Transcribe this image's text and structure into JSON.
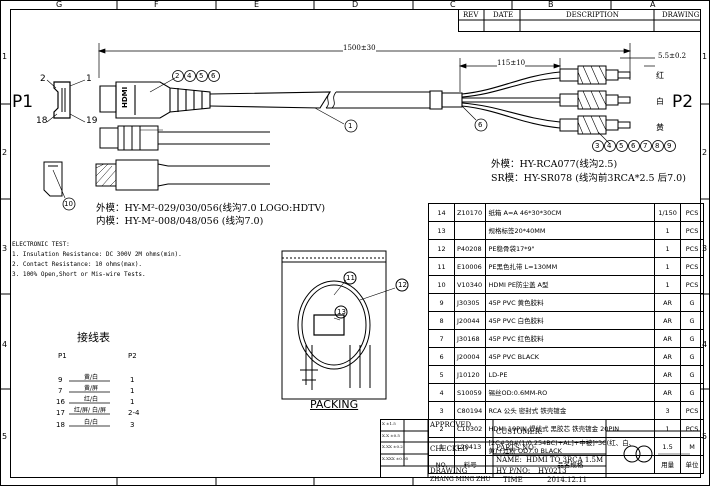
{
  "frame": {
    "col_labels": [
      "G",
      "F",
      "E",
      "D",
      "C",
      "B",
      "A"
    ],
    "row_labels": [
      "1",
      "2",
      "3",
      "4",
      "5"
    ]
  },
  "revision_block": {
    "rev": "REV",
    "date": "DATE",
    "description": "DESCRIPTION",
    "drawing": "DRAWING"
  },
  "ends": {
    "left": "P1",
    "right": "P2"
  },
  "dims": {
    "total": "1500±30",
    "split": "115±10",
    "tip": "5.5±0.2"
  },
  "pins_left": {
    "a": "2",
    "b": "1",
    "c": "18",
    "d": "19"
  },
  "callouts": {
    "c1": "1",
    "c6": "6",
    "c10": "10",
    "c11": "11",
    "c12": "12",
    "c13": "13",
    "hdmi_group": [
      "2",
      "4",
      "5",
      "6"
    ],
    "rca_group": [
      "3",
      "4",
      "5",
      "6",
      "7",
      "8",
      "9"
    ]
  },
  "rca_colors": {
    "red": "红",
    "white": "白",
    "yellow": "黄"
  },
  "connector_text": "HDMI",
  "mold_notes": {
    "left_outer": "外模：HY-M²-029/030/056(线沟7.0 LOGO:HDTV)",
    "left_inner": "内模：HY-M²-008/048/056 (线沟7.0)",
    "right_outer": "外模：HY-RCA077(线沟2.5)",
    "right_sr": "SR模：HY-SR078 (线沟前3RCA*2.5 后7.0)"
  },
  "electronic_test": {
    "title": "ELECTRONIC TEST:",
    "lines": [
      "1. Insulation Resistance: DC 300V 2M ohms(min).",
      "2. Contact Resistance: 10 ohms(max).",
      "3. 100% Open,Short or Mis-wire Tests."
    ]
  },
  "wiring": {
    "title": "接线表",
    "head_left": "P1",
    "head_right": "P2",
    "rows": [
      {
        "l": "9",
        "wire": "黄/白",
        "r": "1"
      },
      {
        "l": "7",
        "wire": "黄/屏",
        "r": "1"
      },
      {
        "l": "16",
        "wire": "红/白",
        "r": "1"
      },
      {
        "l": "17",
        "wire": "红/屏/ 白/屏",
        "r": "2-4"
      },
      {
        "l": "18",
        "wire": "白/白",
        "r": "3"
      }
    ]
  },
  "packing_label": "PACKING",
  "bom": {
    "rows": [
      {
        "no": "14",
        "code": "Z10170",
        "name": "纸箱 A=A 46*30*30CM",
        "qty": "1/150",
        "unit": "PCS"
      },
      {
        "no": "13",
        "code": "",
        "name": "规格标签20*40MM",
        "qty": "1",
        "unit": "PCS"
      },
      {
        "no": "12",
        "code": "P40208",
        "name": "PE稳骨袋17*9\"",
        "qty": "1",
        "unit": "PCS"
      },
      {
        "no": "11",
        "code": "E10006",
        "name": "PE黑色扎带 L=130MM",
        "qty": "1",
        "unit": "PCS"
      },
      {
        "no": "10",
        "code": "V10340",
        "name": "HDMI PE防尘盖 A型",
        "qty": "1",
        "unit": "PCS"
      },
      {
        "no": "9",
        "code": "J30305",
        "name": "45P PVC 黄色胶料",
        "qty": "AR",
        "unit": "G"
      },
      {
        "no": "8",
        "code": "J20044",
        "name": "45P PVC 白色胶料",
        "qty": "AR",
        "unit": "G"
      },
      {
        "no": "7",
        "code": "J30168",
        "name": "45P PVC 红色胶料",
        "qty": "AR",
        "unit": "G"
      },
      {
        "no": "6",
        "code": "J20004",
        "name": "45P PVC BLACK",
        "qty": "AR",
        "unit": "G"
      },
      {
        "no": "5",
        "code": "J10120",
        "name": "LD-PE",
        "qty": "AR",
        "unit": "G"
      },
      {
        "no": "4",
        "code": "S10059",
        "name": "锡丝OD:0.6MM-RO",
        "qty": "AR",
        "unit": "G"
      },
      {
        "no": "3",
        "code": "C80194",
        "name": "RCA 公头 密封式 铁壳镀金",
        "qty": "3",
        "unit": "PCS"
      },
      {
        "no": "2",
        "code": "C10302",
        "name": "HDMI 19PIN 焊线式 黑胶芯 铁壳镀金 20PIN",
        "qty": "1",
        "unit": "PCS"
      },
      {
        "no": "1",
        "code": "L20413",
        "name": "[2C#30#(1/0.254BC)+AL]+中被]*3C(红、白、黄)+过粉 OD7.0 BLACK",
        "qty": "1.5",
        "unit": "M"
      }
    ],
    "header": {
      "no": "NO.",
      "code": "料号",
      "name": "品名规格",
      "qty": "用量",
      "unit": "单位"
    }
  },
  "title_block": {
    "approved": "APPROVED",
    "checked": "CHECKED",
    "drawing": "DRAWING",
    "drawer": "ZHANG MING ZHU",
    "customer": "CUSTOMER:",
    "parts_no": "PARTS NO:",
    "name_label": "NAME:",
    "name_value": "HDMI TO 3RCA 1.5M",
    "hyno_label": "HY P/NO:",
    "hyno_value": "HY0213",
    "time_label": "TIME",
    "time_value": "2014.12.11",
    "tol": [
      "X ±1.5",
      "X.X ±0.5",
      "X.XX ±0.2",
      "X.XXX ±0.05"
    ]
  }
}
